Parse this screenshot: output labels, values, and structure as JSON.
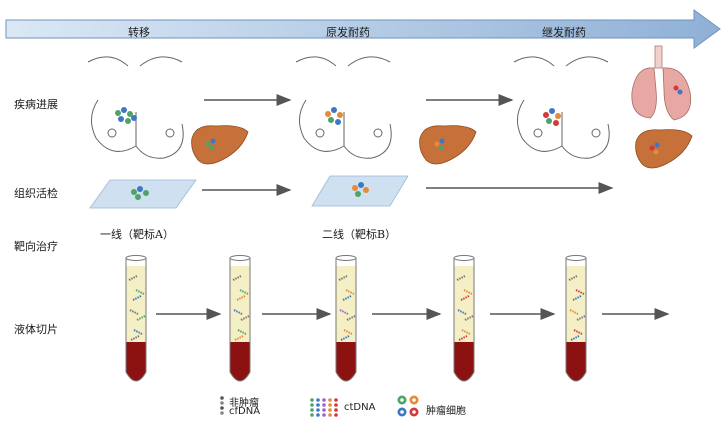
{
  "timeline": {
    "stages": [
      "转移",
      "原发耐药",
      "继发耐药"
    ],
    "arrow_color": "#8fb0d6"
  },
  "rows": {
    "progression": "疾病进展",
    "biopsy": "组织活检",
    "therapy": "靶向治疗",
    "liquid": "液体切片"
  },
  "therapy_lines": {
    "first": "一线（靶标A）",
    "second": "二线（靶标B）"
  },
  "legend": {
    "non_tumor_line1": "非肿瘤",
    "non_tumor_line2": "cfDNA",
    "ctdna": "ctDNA",
    "tumor_cells": "肿瘤细胞"
  },
  "colors": {
    "liver": "#c7713a",
    "lung": "#e7a7a2",
    "blood": "#8c1212",
    "plasma": "#f5efc5",
    "biopsy_slide": "#cfe0f1"
  }
}
